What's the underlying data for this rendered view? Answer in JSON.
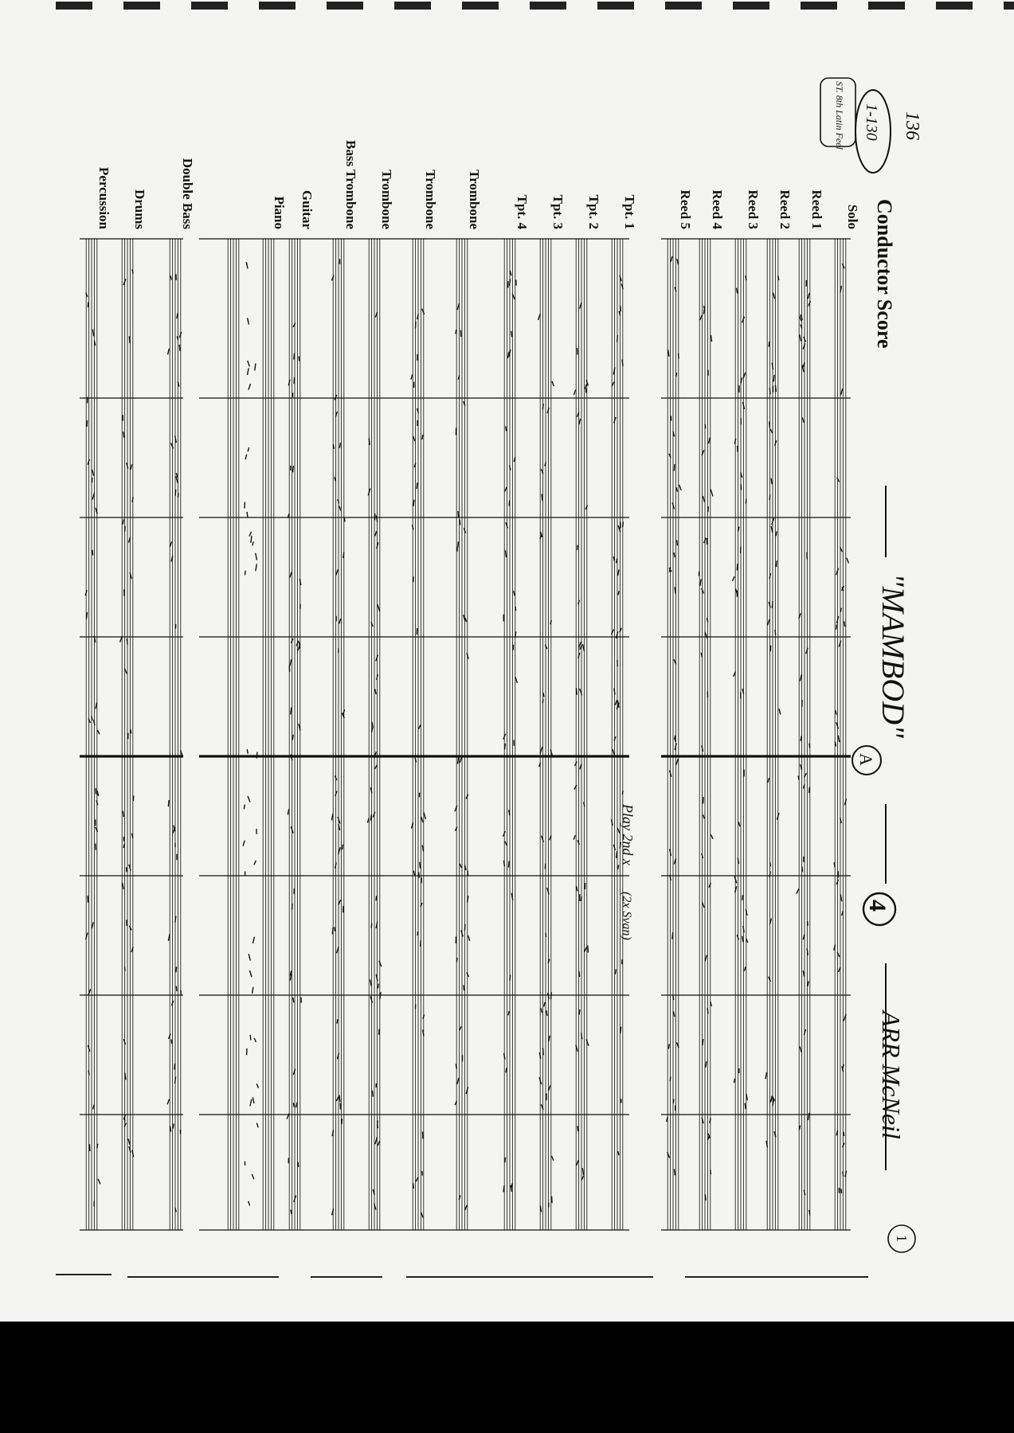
{
  "score": {
    "heading": "Conductor Score",
    "title": "\"MAMBOD\"",
    "arranger": "ARR McNeil",
    "page_number": "1",
    "corner_number": "136",
    "tempo_note": "1-130",
    "style_note": "ST. 8th Latin Feel",
    "rehearsal_mark": "A",
    "time_mark": "4",
    "instruments": [
      "Solo",
      "Reed 1",
      "Reed 2",
      "Reed 3",
      "Reed 4",
      "Reed 5",
      "Tpt. 1",
      "Tpt. 2",
      "Tpt. 3",
      "Tpt. 4",
      "Trombone",
      "Trombone",
      "Trombone",
      "Bass Trombone",
      "Guitar",
      "Piano",
      "Double Bass",
      "Drums",
      "Percussion"
    ],
    "annotations": {
      "play_note": "Play 2nd x",
      "solo_note": "(2x Svan)"
    }
  }
}
